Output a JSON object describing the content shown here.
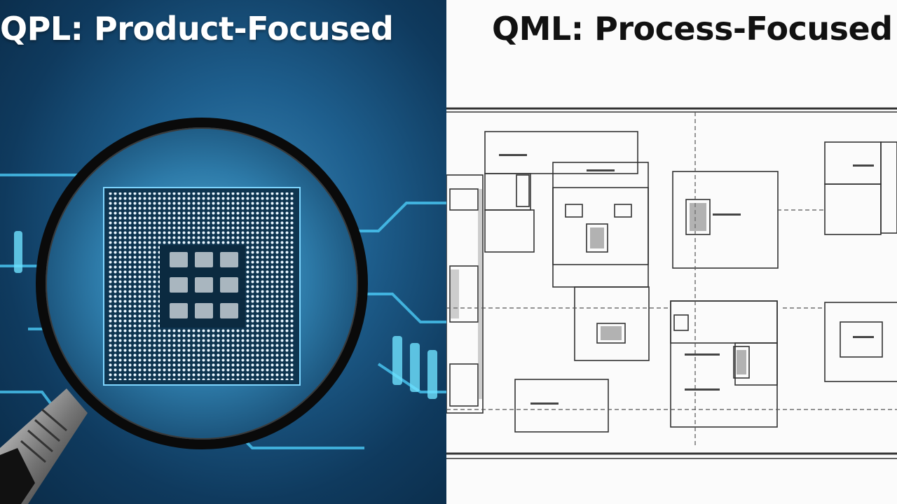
{
  "left_panel": {
    "title": "QPL: Product-Focused",
    "background_color": "#1e5f8e",
    "glow_color": "#4fd3ff",
    "icons": [
      "magnifying-glass-icon",
      "microchip-icon"
    ]
  },
  "right_panel": {
    "title": "QML: Process-Focused",
    "background_color": "#fbfbfb",
    "icons": [
      "floor-plan-diagram"
    ]
  }
}
